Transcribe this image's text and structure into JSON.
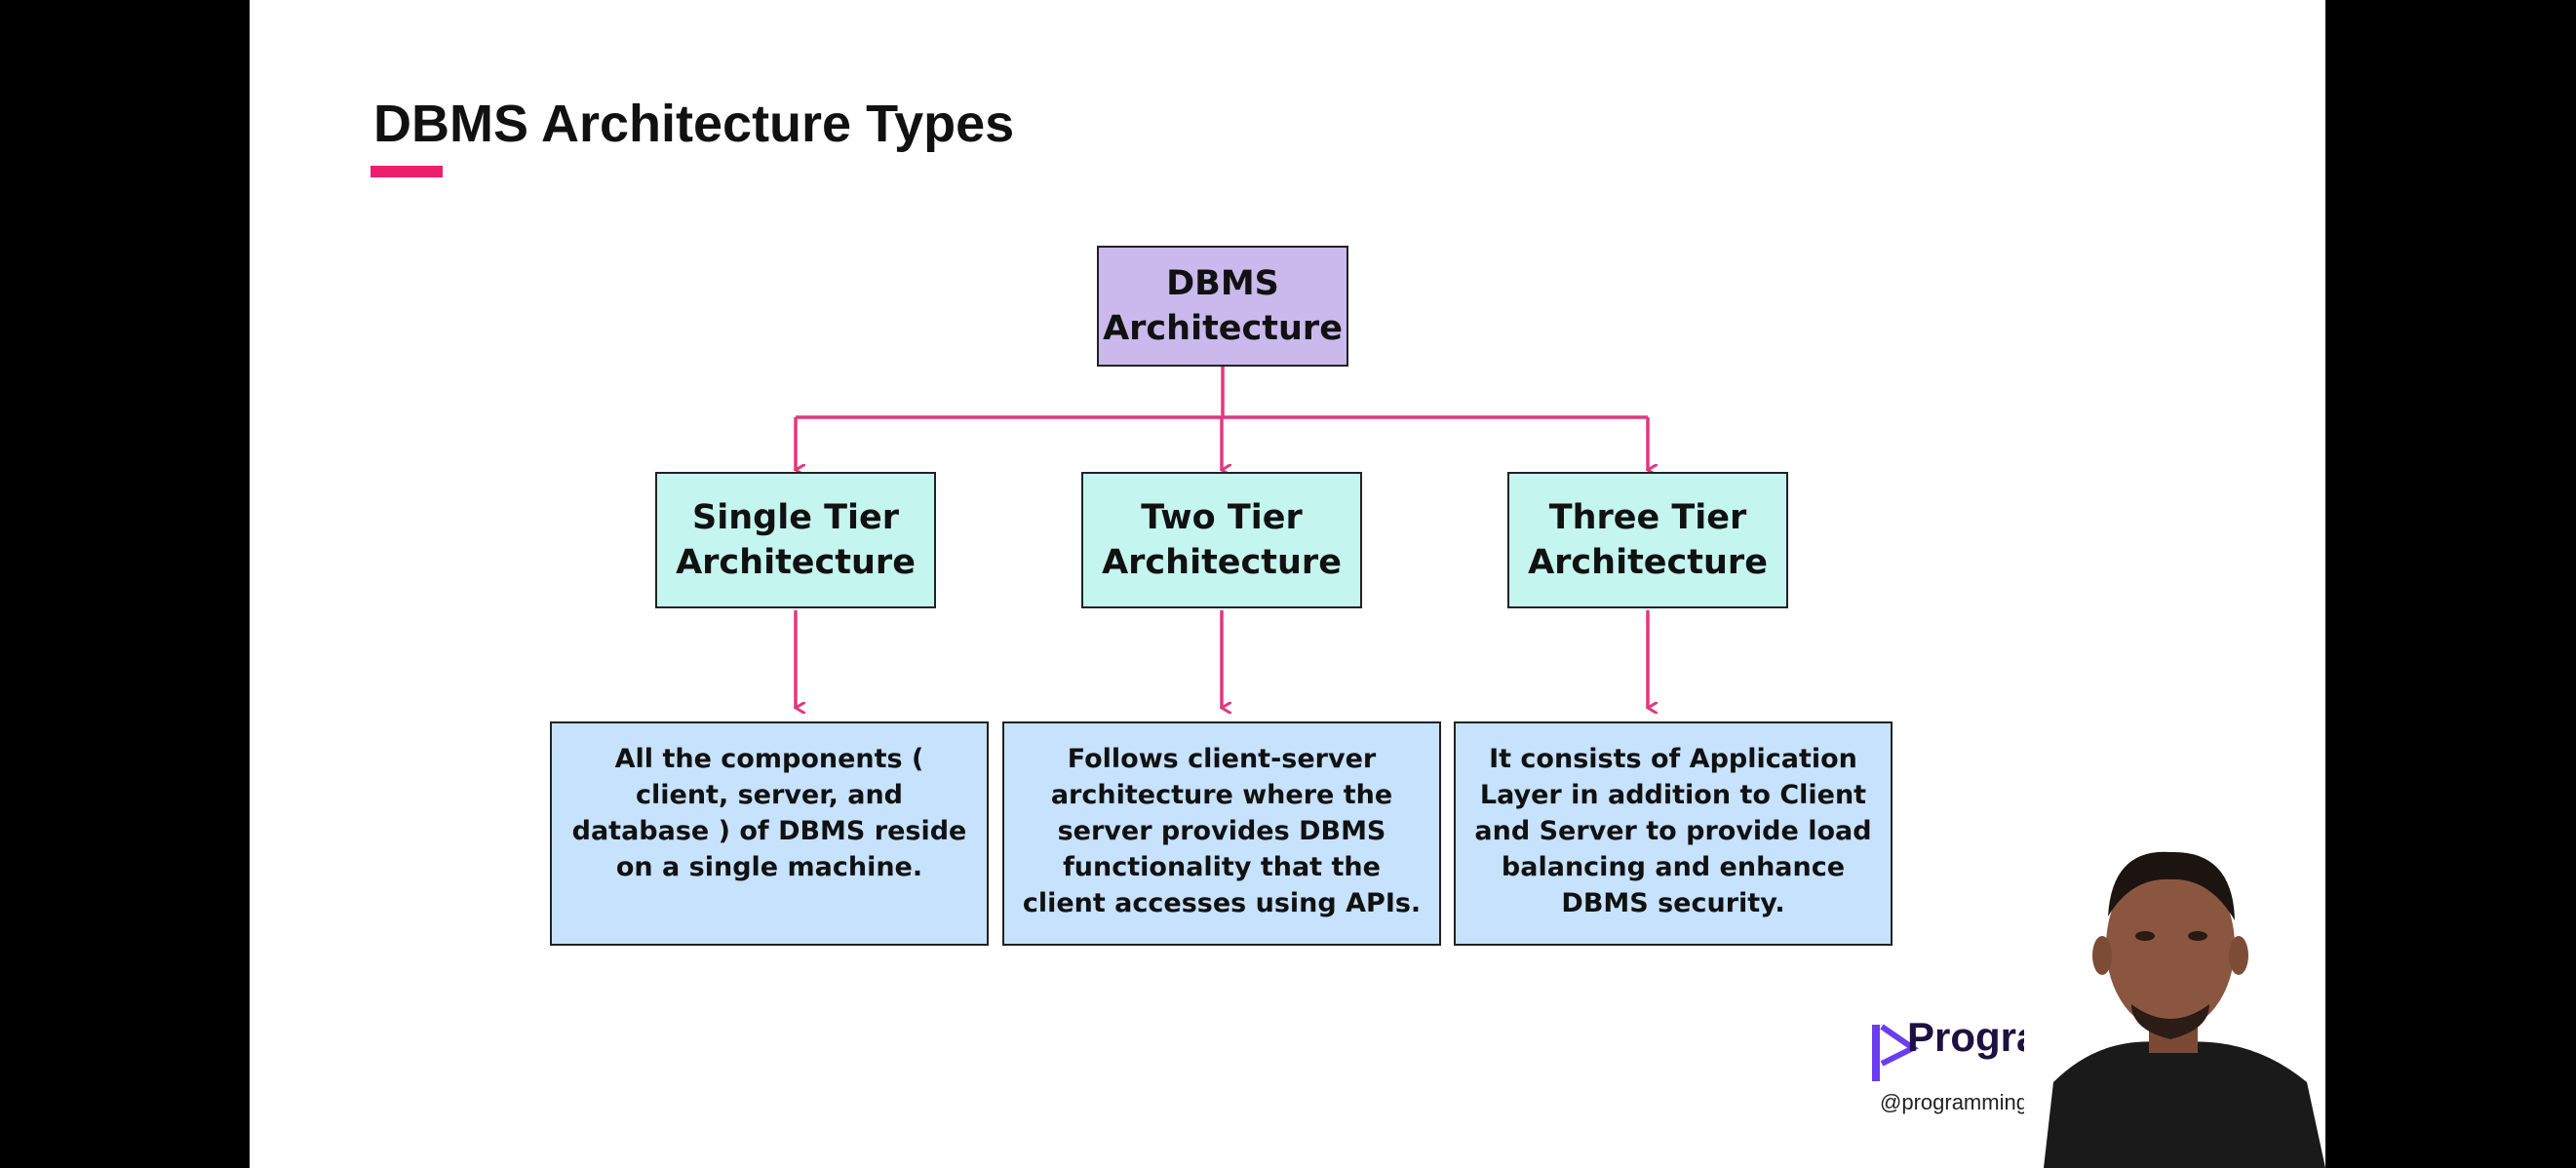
{
  "slide": {
    "title": "DBMS Architecture Types",
    "accent_color": "#ec1f6f"
  },
  "diagram": {
    "root": "DBMS Architecture",
    "tiers": [
      {
        "label": "Single Tier Architecture",
        "description": "All the components ( client, server, and database ) of DBMS reside on a single machine."
      },
      {
        "label": "Two Tier Architecture",
        "description": "Follows client-server architecture where the server provides DBMS functionality that the client accesses using APIs."
      },
      {
        "label": "Three Tier Architecture",
        "description": "It consists of Application Layer in addition to Client and Server to provide load balancing and enhance DBMS security."
      }
    ],
    "colors": {
      "root": "#c9b9ec",
      "tier": "#c5f5ef",
      "description": "#c6e2fd",
      "arrow": "#e2377f"
    }
  },
  "branding": {
    "logo_text": "Programming",
    "handle": "@programminghe"
  }
}
